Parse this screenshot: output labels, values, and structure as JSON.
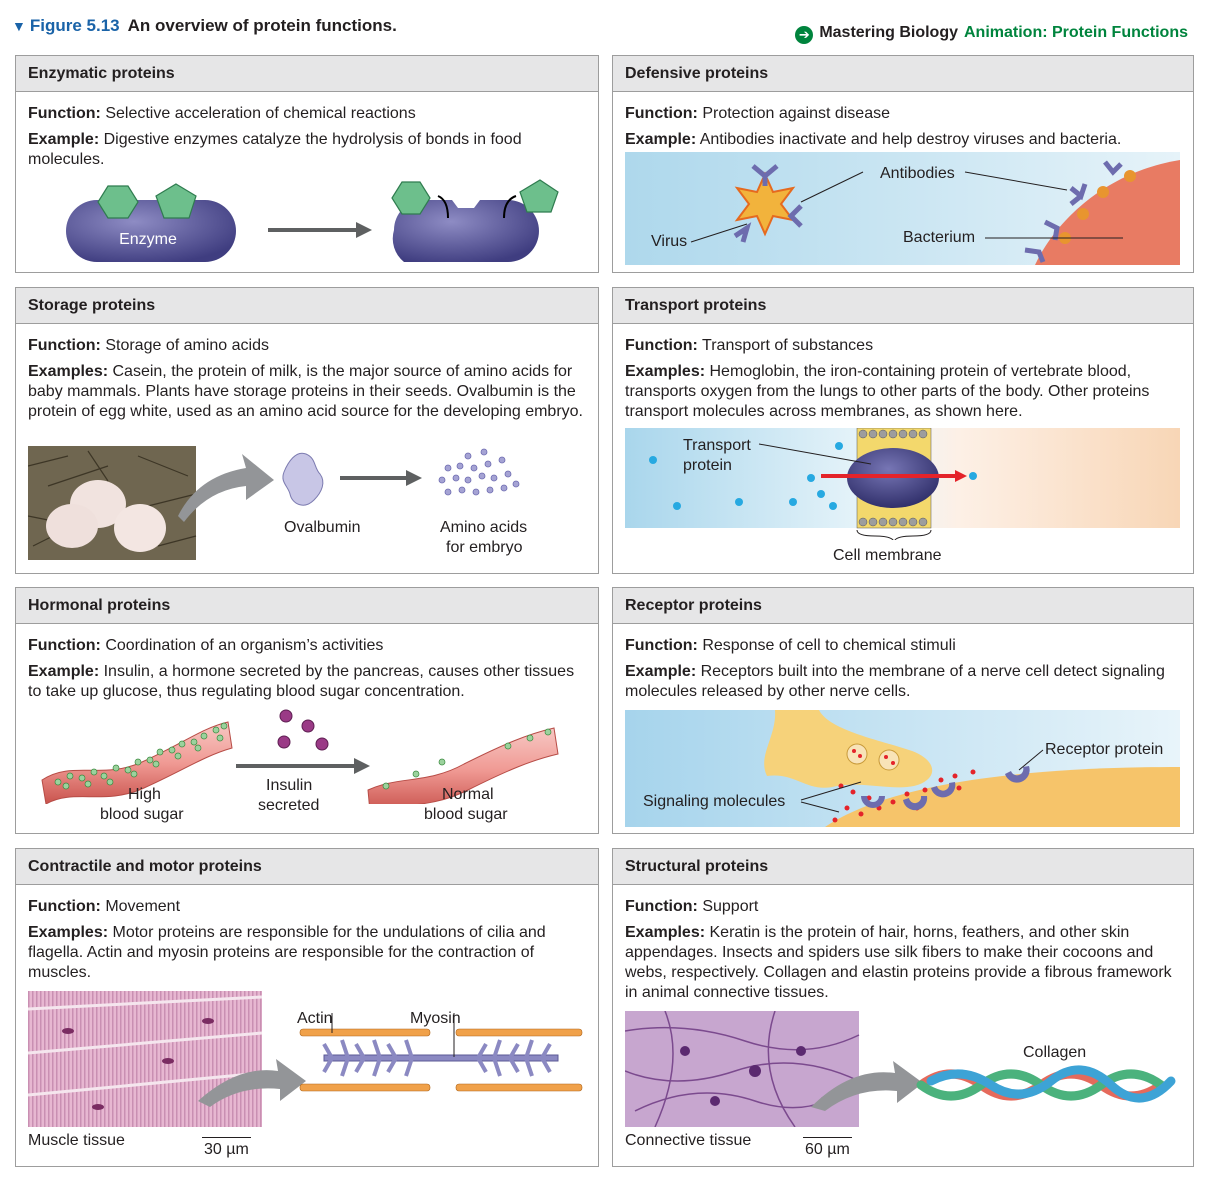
{
  "header": {
    "triangle": "▼",
    "figure_label": "Figure 5.13",
    "figure_title": "An overview of protein functions.",
    "mastering": "Mastering Biology",
    "animation": "Animation: Protein Functions"
  },
  "panels": {
    "enzymatic": {
      "title": "Enzymatic proteins",
      "function_label": "Function:",
      "function_text": "Selective acceleration of chemical reactions",
      "example_label": "Example:",
      "example_text": "Digestive enzymes catalyze the hydrolysis of bonds in food molecules.",
      "enzyme_label": "Enzyme"
    },
    "defensive": {
      "title": "Defensive proteins",
      "function_label": "Function:",
      "function_text": "Protection against disease",
      "example_label": "Example:",
      "example_text": "Antibodies inactivate and help destroy viruses and bacteria.",
      "antibodies_label": "Antibodies",
      "virus_label": "Virus",
      "bacterium_label": "Bacterium"
    },
    "storage": {
      "title": "Storage proteins",
      "function_label": "Function:",
      "function_text": "Storage of amino acids",
      "example_label": "Examples:",
      "example_text": "Casein, the protein of milk, is the major source of amino acids for baby mammals. Plants have storage proteins in their seeds. Ovalbumin is the protein of egg white, used as an amino acid source for the developing embryo.",
      "ovalbumin_label": "Ovalbumin",
      "amino_label_1": "Amino acids",
      "amino_label_2": "for embryo"
    },
    "transport": {
      "title": "Transport proteins",
      "function_label": "Function:",
      "function_text": "Transport of substances",
      "example_label": "Examples:",
      "example_text": "Hemoglobin, the iron-containing protein of vertebrate blood, transports oxygen from the lungs to other parts of the body. Other proteins transport molecules across membranes, as shown here.",
      "transport_label_1": "Transport",
      "transport_label_2": "protein",
      "membrane_label": "Cell membrane"
    },
    "hormonal": {
      "title": "Hormonal proteins",
      "function_label": "Function:",
      "function_text": "Coordination of an organism’s activities",
      "example_label": "Example:",
      "example_text": "Insulin, a hormone secreted by the pancreas, causes other tissues to take up glucose, thus regulating blood sugar concentration.",
      "high_1": "High",
      "high_2": "blood sugar",
      "insulin_1": "Insulin",
      "insulin_2": "secreted",
      "normal_1": "Normal",
      "normal_2": "blood sugar"
    },
    "receptor": {
      "title": "Receptor proteins",
      "function_label": "Function:",
      "function_text": "Response of cell to chemical stimuli",
      "example_label": "Example:",
      "example_text": "Receptors built into the membrane of a nerve cell detect signaling molecules released by other nerve cells.",
      "receptor_label": "Receptor protein",
      "signaling_label": "Signaling molecules"
    },
    "contractile": {
      "title": "Contractile and motor proteins",
      "function_label": "Function:",
      "function_text": "Movement",
      "example_label": "Examples:",
      "example_text": "Motor proteins are responsible for the undulations of cilia and flagella. Actin and myosin proteins are responsible for the contrac­tion of muscles.",
      "actin_label": "Actin",
      "myosin_label": "Myosin",
      "tissue_label": "Muscle tissue",
      "scale_label": "30 µm"
    },
    "structural": {
      "title": "Structural proteins",
      "function_label": "Function:",
      "function_text": "Support",
      "example_label": "Examples:",
      "example_text": "Keratin is the protein of hair, horns, feathers, and other skin appendages. Insects and spiders use silk fibers to make their cocoons and webs, respectively. Collagen and elastin proteins provide a fibrous framework in animal connective tissues.",
      "collagen_label": "Collagen",
      "tissue_label": "Connective tissue",
      "scale_label": "60 µm"
    }
  },
  "colors": {
    "accent_blue": "#1a63a8",
    "accent_green": "#00843d",
    "header_gray": "#e6e6e7",
    "border_gray": "#9d9d9d"
  }
}
